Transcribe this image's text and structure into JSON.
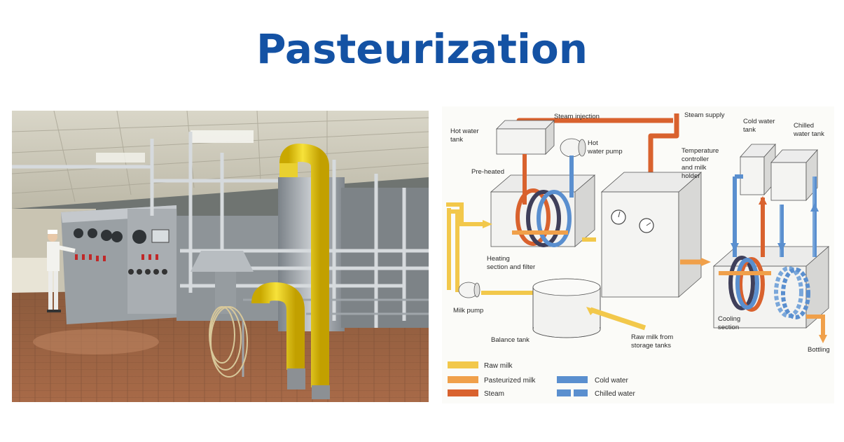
{
  "title": "Pasteurization",
  "photo": {
    "description": "Dairy pasteurization plant with control panel and stainless steel piping"
  },
  "diagram": {
    "labels": {
      "steam_injection": "Steam injection",
      "steam_supply": "Steam supply",
      "hot_water_tank_1": "Hot water",
      "hot_water_tank_2": "tank",
      "hot_water_pump_1": "Hot",
      "hot_water_pump_2": "water pump",
      "temp_1": "Temperature",
      "temp_2": "controller",
      "temp_3": "and milk",
      "temp_4": "holder",
      "cold_water_tank_1": "Cold water",
      "cold_water_tank_2": "tank",
      "chilled_water_tank_1": "Chilled",
      "chilled_water_tank_2": "water tank",
      "pre_heated": "Pre-heated",
      "heating_1": "Heating",
      "heating_2": "section and filter",
      "milk_pump": "Milk pump",
      "balance_tank": "Balance tank",
      "raw_milk_1": "Raw milk from",
      "raw_milk_2": "storage tanks",
      "cooling_1": "Cooling",
      "cooling_2": "section",
      "bottling": "Bottling"
    },
    "legend": {
      "raw_milk": "Raw milk",
      "pasteurized_milk": "Pasteurized milk",
      "steam": "Steam",
      "cold_water": "Cold water",
      "chilled_water": "Chilled water"
    },
    "colors": {
      "raw_milk": "#f2c84b",
      "pasteurized_milk": "#f0a04a",
      "steam": "#d9622e",
      "cold_water": "#5a8fcf",
      "chilled_water": "#5a8fcf"
    }
  }
}
